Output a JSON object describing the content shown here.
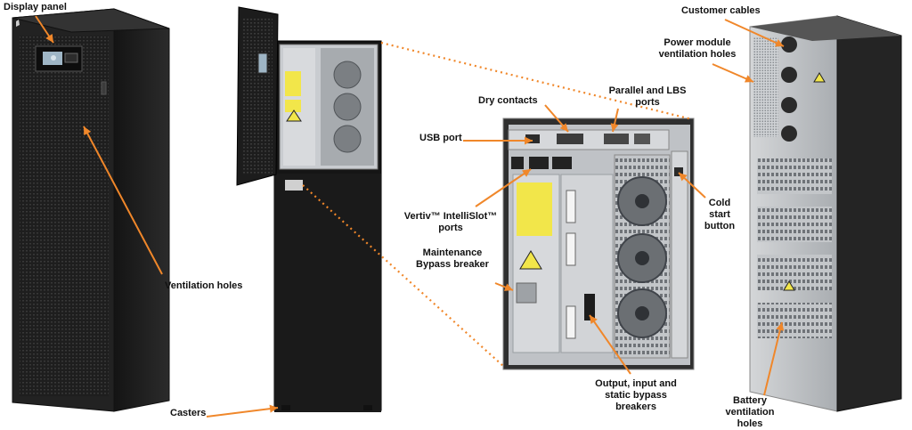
{
  "colors": {
    "arrow": "#F0872A",
    "cabinet_dark": "#1b1b1b",
    "cabinet_mid": "#2a2a2a",
    "steel": "#b9bcbf",
    "steel_dark": "#8e9296",
    "warning_yellow": "#f2e64a",
    "background": "#ffffff"
  },
  "labels": {
    "display_panel": "Display panel",
    "ventilation_holes": "Ventilation holes",
    "casters": "Casters",
    "dry_contacts": "Dry contacts",
    "parallel_lbs_ports": "Parallel and LBS\nports",
    "usb_port": "USB port",
    "intellislot_ports": "Vertiv™ IntelliSlot™\nports",
    "maintenance_bypass": "Maintenance\nBypass breaker",
    "output_input_bypass": "Output, input and\nstatic bypass\nbreakers",
    "cold_start": "Cold start\nbutton",
    "customer_cables": "Customer cables",
    "power_module_vent": "Power module\nventilation holes",
    "battery_vent": "Battery\nventilation holes"
  },
  "icons": {
    "arrow": "orange-arrow-icon",
    "warning": "electrical-warning-icon",
    "fan": "fan-icon",
    "logo": "vertiv-logo-icon"
  }
}
